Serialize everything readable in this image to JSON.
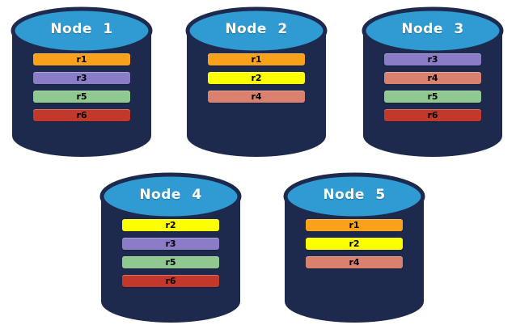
{
  "colors": {
    "background": "#FFFFFF",
    "cylinder_body": "#1E2A4D",
    "cylinder_top": "#2F9BD2",
    "node_label_text": "#FFFFFF",
    "replica_label_text": "#000000",
    "replicas": {
      "r1": "#F9A11B",
      "r2": "#FBFF00",
      "r3": "#8A7CC6",
      "r4": "#D9816E",
      "r5": "#8FC98F",
      "r6": "#C2392B"
    }
  },
  "nodes": [
    {
      "label": "Node 1",
      "replicas": [
        "r1",
        "r3",
        "r5",
        "r6"
      ]
    },
    {
      "label": "Node 2",
      "replicas": [
        "r1",
        "r2",
        "r4"
      ]
    },
    {
      "label": "Node 3",
      "replicas": [
        "r3",
        "r4",
        "r5",
        "r6"
      ]
    },
    {
      "label": "Node 4",
      "replicas": [
        "r2",
        "r3",
        "r5",
        "r6"
      ]
    },
    {
      "label": "Node 5",
      "replicas": [
        "r1",
        "r2",
        "r4"
      ]
    }
  ]
}
